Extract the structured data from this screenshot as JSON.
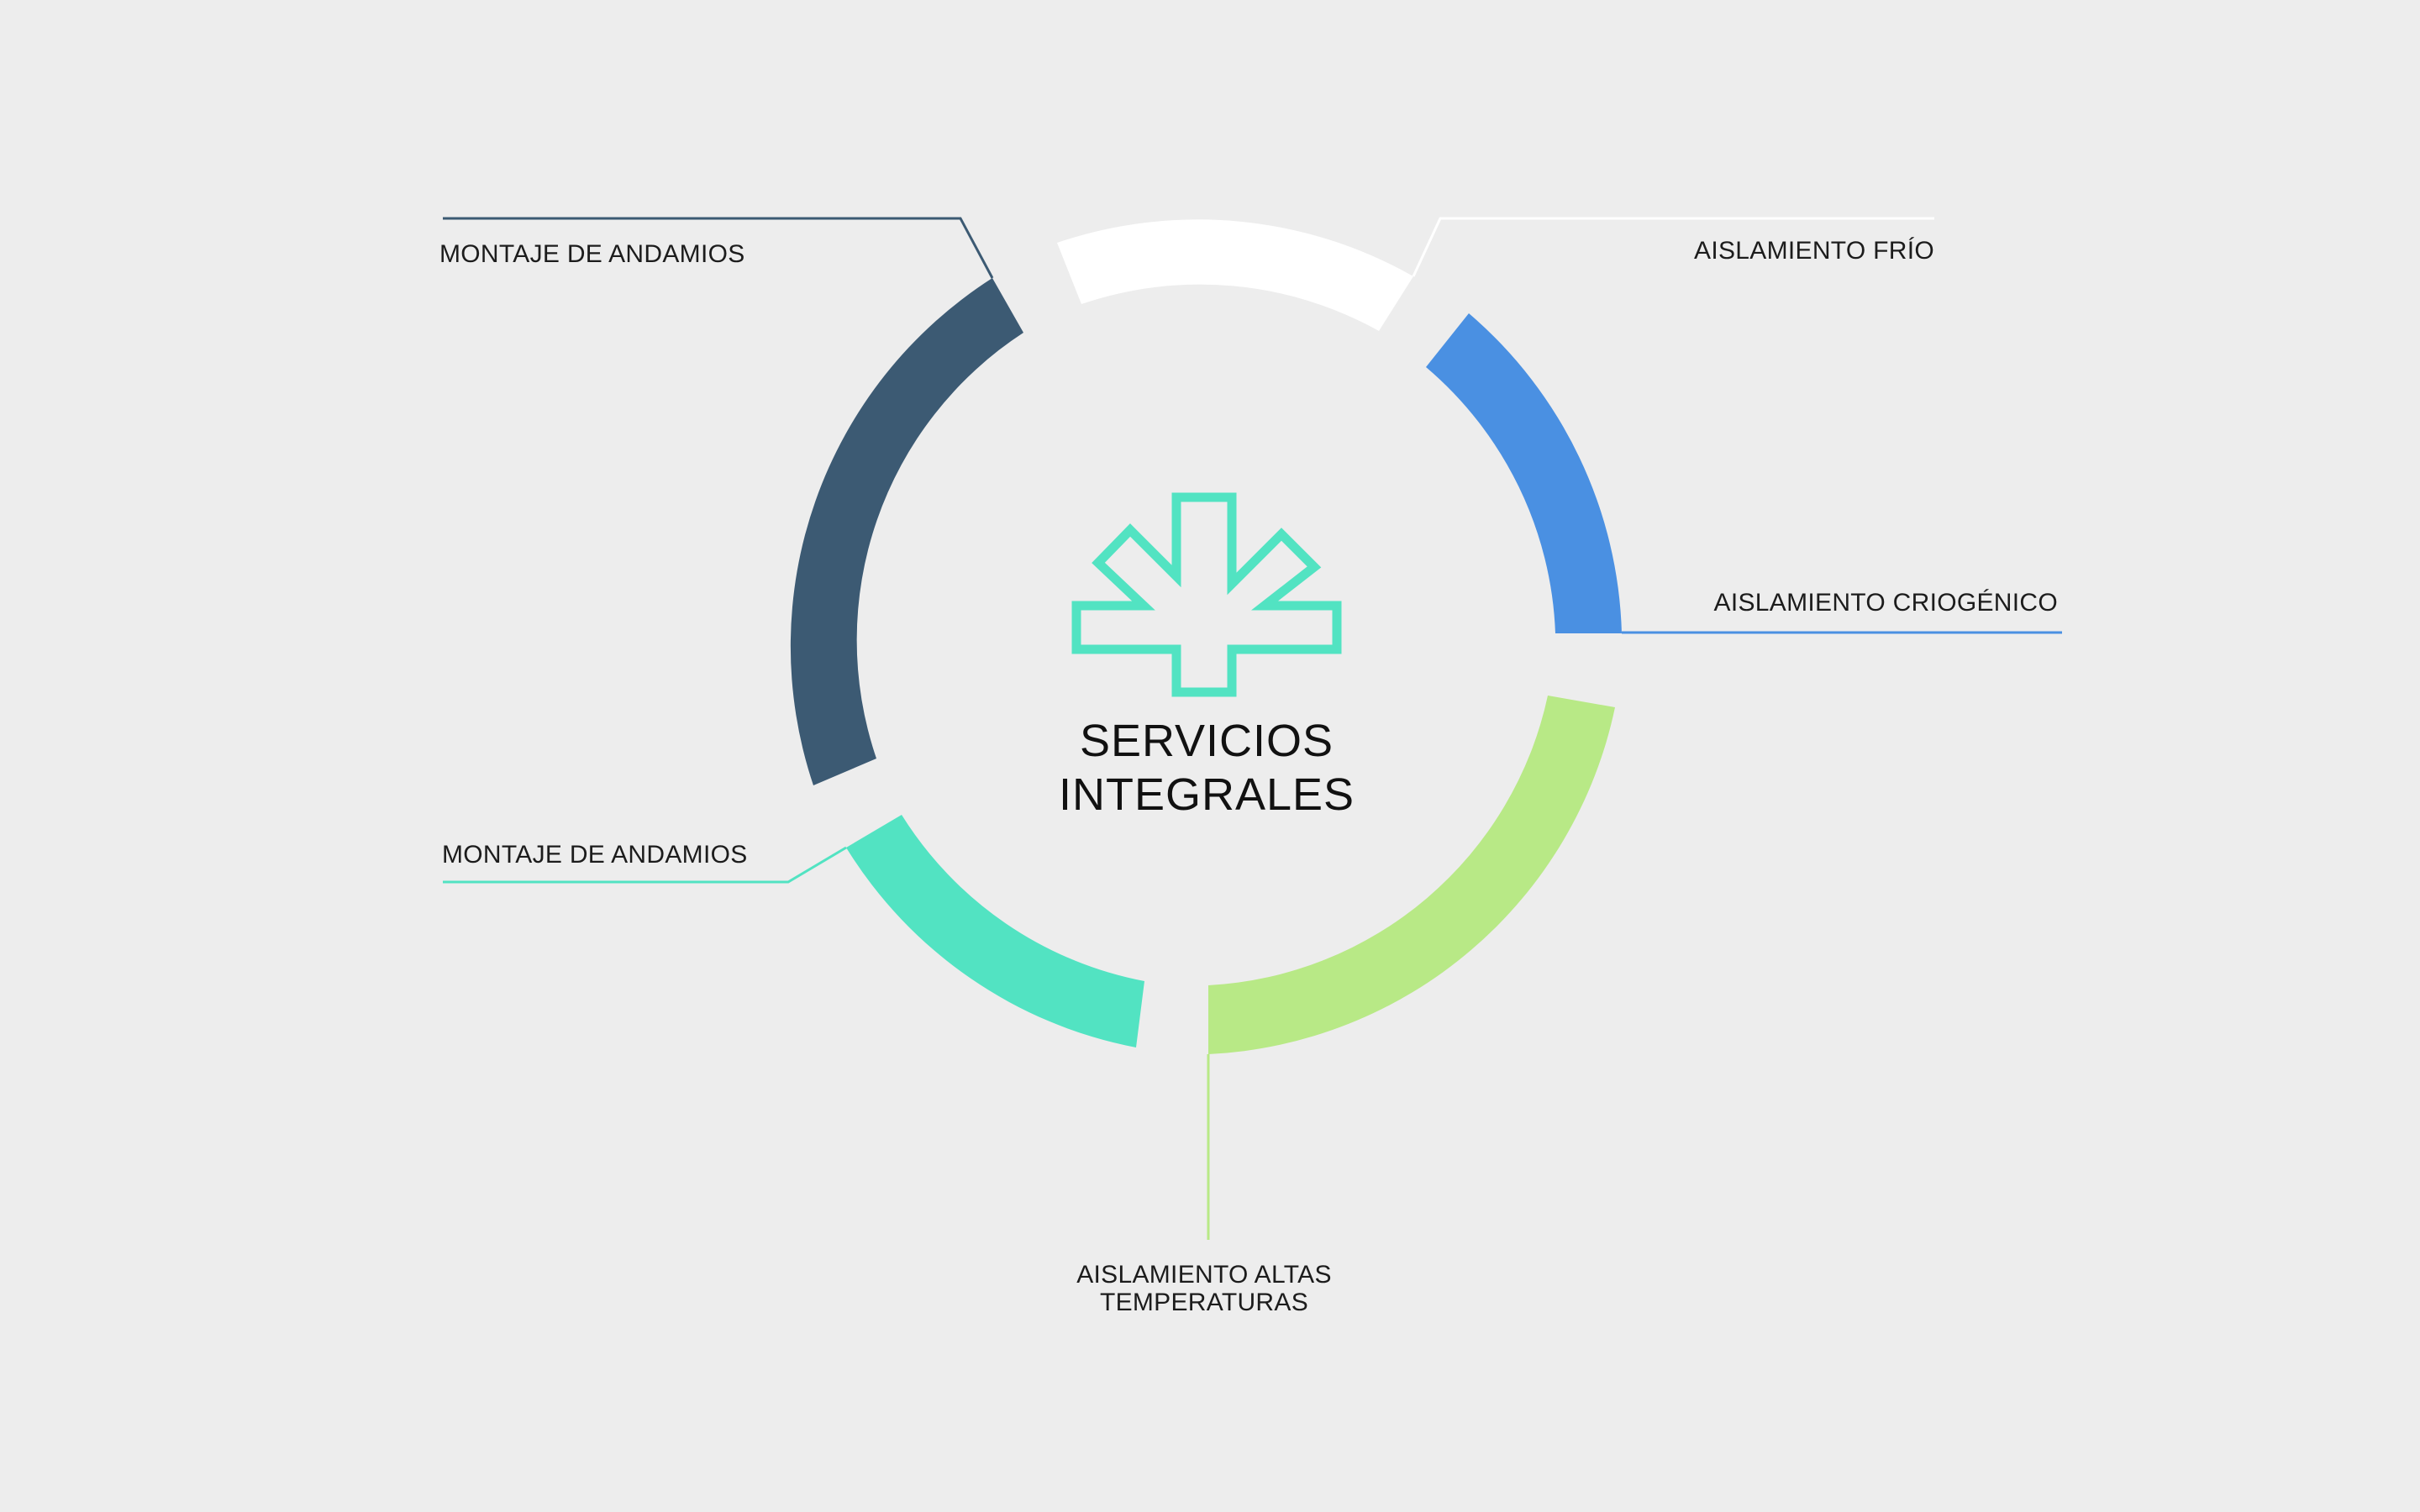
{
  "center": {
    "title_line1": "SERVICIOS",
    "title_line2": "INTEGRALES",
    "logo_icon": "asterisk-cross-icon",
    "logo_color": "#52e3c2"
  },
  "segments": [
    {
      "id": "montaje-top",
      "label": "MONTAJE DE ANDAMIOS",
      "color": "#3c5a73"
    },
    {
      "id": "aislamiento-frio",
      "label": "AISLAMIENTO FRÍO",
      "color": "#ffffff"
    },
    {
      "id": "aislamiento-criogenico",
      "label": "AISLAMIENTO CRIOGÉNICO",
      "color": "#4a90e2"
    },
    {
      "id": "aislamiento-altas",
      "label_line1": "AISLAMIENTO ALTAS",
      "label_line2": "TEMPERATURAS",
      "color": "#b8e986"
    },
    {
      "id": "montaje-bottom",
      "label": "MONTAJE DE ANDAMIOS",
      "color": "#52e3c2"
    }
  ],
  "background": "#ededed"
}
